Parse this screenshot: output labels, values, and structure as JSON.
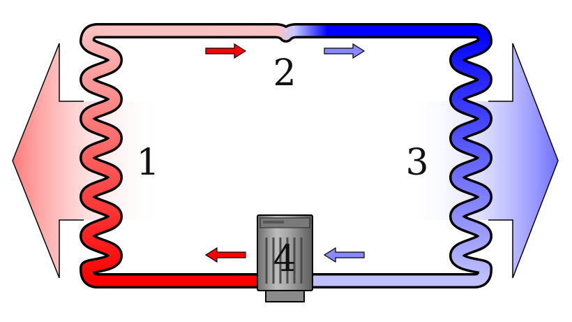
{
  "diagram": {
    "labels": {
      "condenser": "1",
      "expansion_valve": "2",
      "evaporator": "3",
      "compressor": "4"
    },
    "colors": {
      "hot": "#ff0000",
      "hot_light": "#f9b9b9",
      "cold": "#0000ff",
      "cold_light": "#b9b9ff",
      "heat_out_arrow": "#ff8080",
      "heat_in_arrow": "#8080ff",
      "outline": "#000000",
      "compressor_body": "#9a9a9a"
    },
    "flow_direction": "counter-clockwise",
    "icons": [
      "flow-arrow-icon",
      "heat-release-arrow-icon",
      "heat-absorb-arrow-icon",
      "compressor-icon"
    ]
  }
}
